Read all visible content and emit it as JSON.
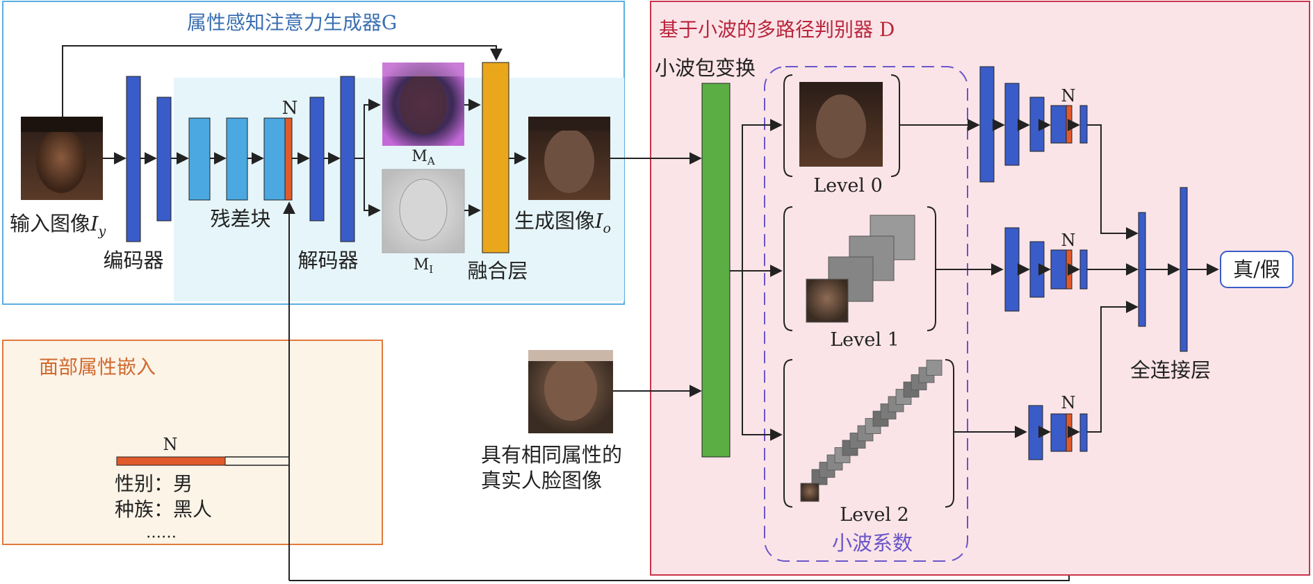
{
  "generator": {
    "title": "属性感知注意力生成器G",
    "input_label": "输入图像",
    "input_symbol": "I",
    "input_sub": "y",
    "encoder_label": "编码器",
    "resblock_label": "残差块",
    "resblock_dots": "···",
    "n_label": "N",
    "decoder_label": "解码器",
    "ma_main": "M",
    "ma_sub": "A",
    "mi_main": "M",
    "mi_sub": "I",
    "fusion_label": "融合层",
    "output_label": "生成图像",
    "output_symbol": "I",
    "output_sub": "o"
  },
  "embedding": {
    "title": "面部属性嵌入",
    "n_label": "N",
    "lines": [
      "性别：男",
      "种族：黑人",
      "……"
    ]
  },
  "real_image_label": [
    "具有相同属性的",
    "真实人脸图像"
  ],
  "discriminator": {
    "title": "基于小波的多路径判别器 D",
    "wpt_label": "小波包变换",
    "levels": [
      "Level 0",
      "Level 1",
      "Level 2"
    ],
    "coeff_label": "小波系数",
    "n_label": "N",
    "fc_label": "全连接层",
    "output": "真/假"
  },
  "colors": {
    "generator_border": "#5aaee0",
    "generator_bg": "#ffffff",
    "inner_bg": "#e6f5f9",
    "embedding_border": "#e07a3c",
    "embedding_bg": "#fdf4e8",
    "disc_border": "#c8344a",
    "disc_bg": "#fbe4e8",
    "dark_blue": "#3a5cc8",
    "light_blue": "#4ba8e0",
    "orange_bar": "#e05a2c",
    "fusion": "#eaa71c",
    "wpt": "#5aae44",
    "coeff_border": "#6a55c8",
    "title_blue": "#3a6fb0",
    "title_orange": "#d06a30",
    "title_red": "#b8263c"
  }
}
